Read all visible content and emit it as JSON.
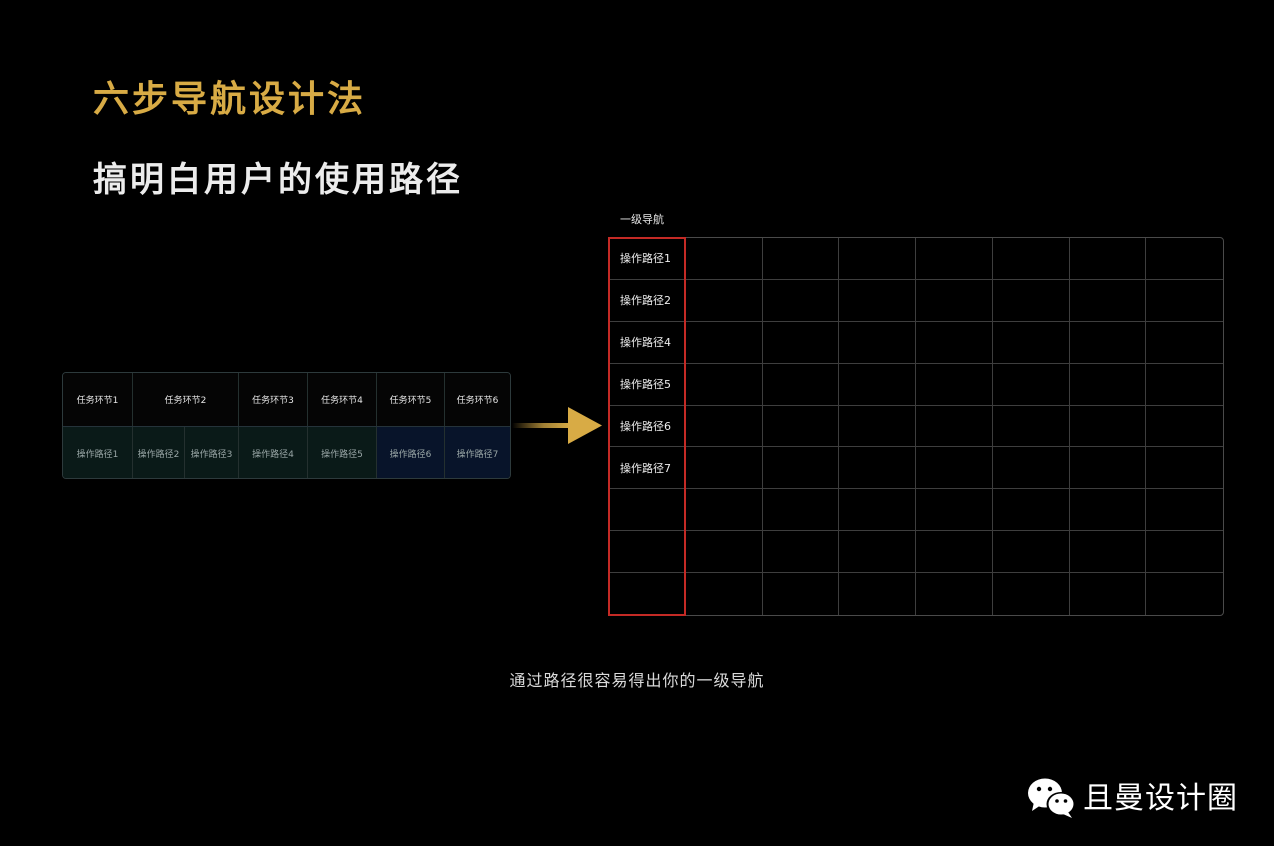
{
  "heading": {
    "title": "六步导航设计法",
    "subtitle": "搞明白用户的使用路径"
  },
  "task_table": {
    "stages": [
      "任务环节1",
      "任务环节2",
      "任务环节3",
      "任务环节4",
      "任务环节5",
      "任务环节6"
    ],
    "paths": [
      "操作路径1",
      "操作路径2",
      "操作路径3",
      "操作路径4",
      "操作路径5",
      "操作路径6",
      "操作路径7"
    ]
  },
  "nav_grid": {
    "label": "一级导航",
    "rows": [
      "操作路径1",
      "操作路径2",
      "操作路径4",
      "操作路径5",
      "操作路径6",
      "操作路径7"
    ],
    "total_rows": 9,
    "columns": 8
  },
  "caption": "通过路径很容易得出你的一级导航",
  "brand": {
    "name": "且曼设计圈",
    "icon": "wechat-icon"
  },
  "colors": {
    "gold": "#d8ab45",
    "highlight_red": "#c42a25",
    "background": "#000000"
  }
}
